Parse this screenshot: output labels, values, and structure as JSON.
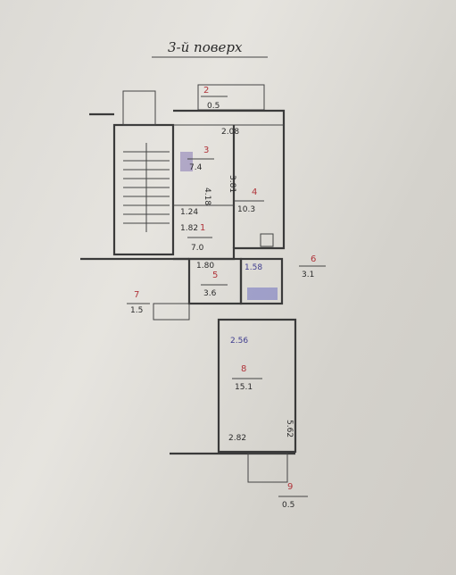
{
  "title": "3-й поверх",
  "rooms": [
    {
      "num": "2",
      "area": "0.5"
    },
    {
      "num": "3",
      "area": "7.4"
    },
    {
      "num": "4",
      "area": "10.3"
    },
    {
      "num": "1",
      "area": "7.0"
    },
    {
      "num": "5",
      "area": "3.6"
    },
    {
      "num": "6",
      "area": "3.1"
    },
    {
      "num": "7",
      "area": "1.5"
    },
    {
      "num": "8",
      "area": "15.1"
    },
    {
      "num": "9",
      "area": "0.5"
    }
  ],
  "dimensions": [
    "2.08",
    "3.81",
    "4.18",
    "1.24",
    "1.82",
    "1.80",
    "1.58",
    "2.56",
    "5.62",
    "2.82"
  ]
}
